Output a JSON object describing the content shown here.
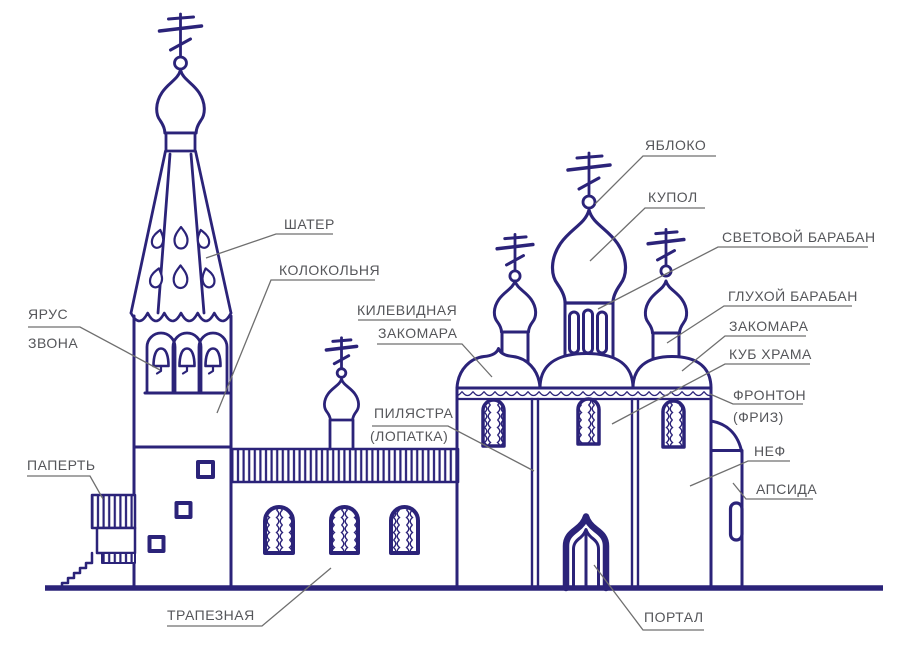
{
  "colors": {
    "line": "#2b2379",
    "label_text": "#55565a",
    "leader": "#6f6f6f",
    "background": "#ffffff"
  },
  "labels": {
    "yabloko": {
      "text": "ЯБЛОКО"
    },
    "kupol": {
      "text": "КУПОЛ"
    },
    "svetovoy_baraban": {
      "text": "СВЕТОВОЙ БАРАБАН"
    },
    "glukhoy_baraban": {
      "text": "ГЛУХОЙ БАРАБАН"
    },
    "zakomara": {
      "text": "ЗАКОМАРА"
    },
    "kub_khrama": {
      "text": "КУБ ХРАМА"
    },
    "fronton": {
      "line1": "ФРОНТОН",
      "line2": "(ФРИЗ)"
    },
    "nef": {
      "text": "НЕФ"
    },
    "apsida": {
      "text": "АПСИДА"
    },
    "shater": {
      "text": "ШАТЕР"
    },
    "kolokolnya": {
      "text": "КОЛОКОЛЬНЯ"
    },
    "kilevidnaya_zakomara": {
      "line1": "КИЛЕВИДНАЯ",
      "line2": "ЗАКОМАРА"
    },
    "pilyastra": {
      "line1": "ПИЛЯСТРА",
      "line2": "(ЛОПАТКА)"
    },
    "yarus_zvona": {
      "line1": "ЯРУС",
      "line2": "ЗВОНА"
    },
    "papert": {
      "text": "ПАПЕРТЬ"
    },
    "trapeznaya": {
      "text": "ТРАПЕЗНАЯ"
    },
    "portal": {
      "text": "ПОРТАЛ"
    }
  }
}
